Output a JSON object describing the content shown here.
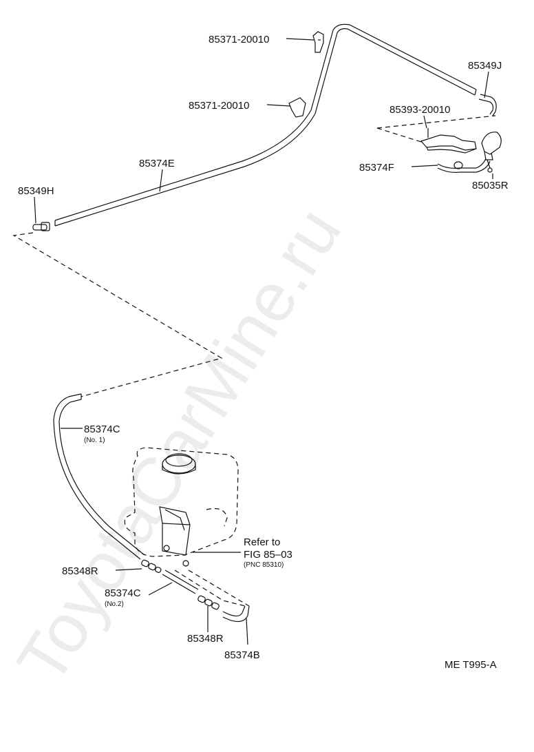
{
  "watermark": "ToyotaCarMine.ru",
  "figure_code": "ME T995-A",
  "refer": {
    "line1": "Refer to",
    "line2": "FIG 85–03",
    "line3": "(PNC 85310)"
  },
  "labels": {
    "clip_upper": "85371-20010",
    "clip_lower": "85371-20010",
    "joint_j": "85349J",
    "bracket": "85393-20010",
    "hose_f": "85374F",
    "nozzle": "85035R",
    "hose_e": "85374E",
    "joint_h": "85349H",
    "hose_c1": "85374C",
    "hose_c1_note": "(No. 1)",
    "joint_r_upper": "85348R",
    "hose_c2": "85374C",
    "hose_c2_note": "(No.2)",
    "joint_r_lower": "85348R",
    "hose_b": "85374B"
  }
}
